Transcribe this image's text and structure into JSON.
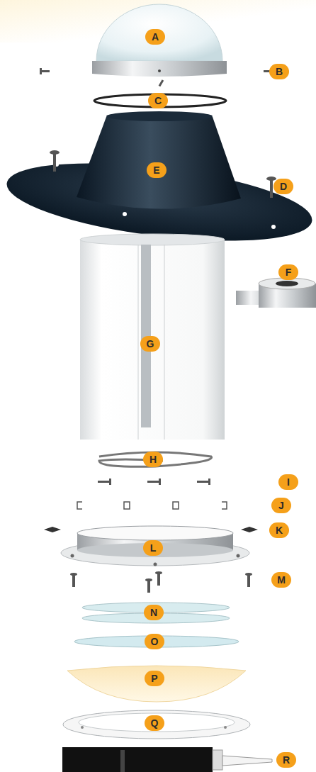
{
  "diagram": {
    "labels": [
      "A",
      "B",
      "C",
      "D",
      "E",
      "F",
      "G",
      "H",
      "I",
      "J",
      "K",
      "L",
      "M",
      "N",
      "O",
      "P",
      "Q",
      "R"
    ]
  }
}
